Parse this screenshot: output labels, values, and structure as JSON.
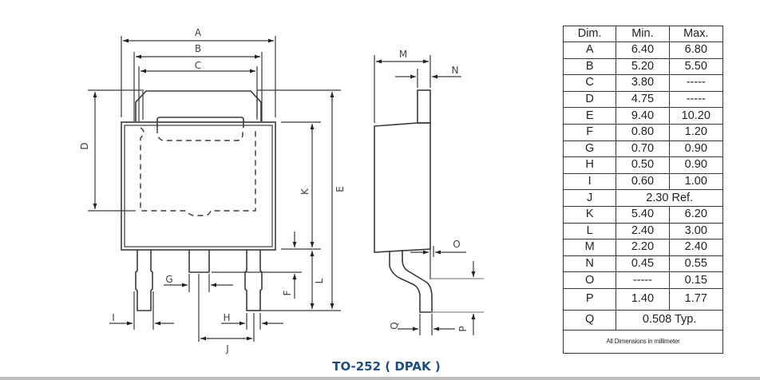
{
  "package_title": "TO-252 ( DPAK )",
  "table": {
    "headers": [
      "Dim.",
      "Min.",
      "Max."
    ],
    "rows": [
      {
        "dim": "A",
        "min": "6.40",
        "max": "6.80"
      },
      {
        "dim": "B",
        "min": "5.20",
        "max": "5.50"
      },
      {
        "dim": "C",
        "min": "3.80",
        "max": "-----"
      },
      {
        "dim": "D",
        "min": "4.75",
        "max": "-----"
      },
      {
        "dim": "E",
        "min": "9.40",
        "max": "10.20"
      },
      {
        "dim": "F",
        "min": "0.80",
        "max": "1.20"
      },
      {
        "dim": "G",
        "min": "0.70",
        "max": "0.90"
      },
      {
        "dim": "H",
        "min": "0.50",
        "max": "0.90"
      },
      {
        "dim": "I",
        "min": "0.60",
        "max": "1.00"
      },
      {
        "dim": "J",
        "span": "2.30 Ref."
      },
      {
        "dim": "K",
        "min": "5.40",
        "max": "6.20"
      },
      {
        "dim": "L",
        "min": "2.40",
        "max": "3.00"
      },
      {
        "dim": "M",
        "min": "2.20",
        "max": "2.40"
      },
      {
        "dim": "N",
        "min": "0.45",
        "max": "0.55"
      },
      {
        "dim": "O",
        "min": "-----",
        "max": "0.15"
      },
      {
        "dim": "P",
        "min": "1.40",
        "max": "1.77"
      },
      {
        "dim": "Q",
        "span": "0.508  Typ."
      }
    ],
    "footnote": "All Dimensions in millimeter"
  },
  "drawing_labels": {
    "A": "A",
    "B": "B",
    "C": "C",
    "D": "D",
    "E": "E",
    "F": "F",
    "G": "G",
    "H": "H",
    "I": "I",
    "J": "J",
    "K": "K",
    "L": "L",
    "M": "M",
    "N": "N",
    "O": "O",
    "P": "P",
    "Q": "Q"
  },
  "colors": {
    "line": "#3a3a3a",
    "title": "#1d4f82",
    "rule": "#bdbdbd"
  }
}
